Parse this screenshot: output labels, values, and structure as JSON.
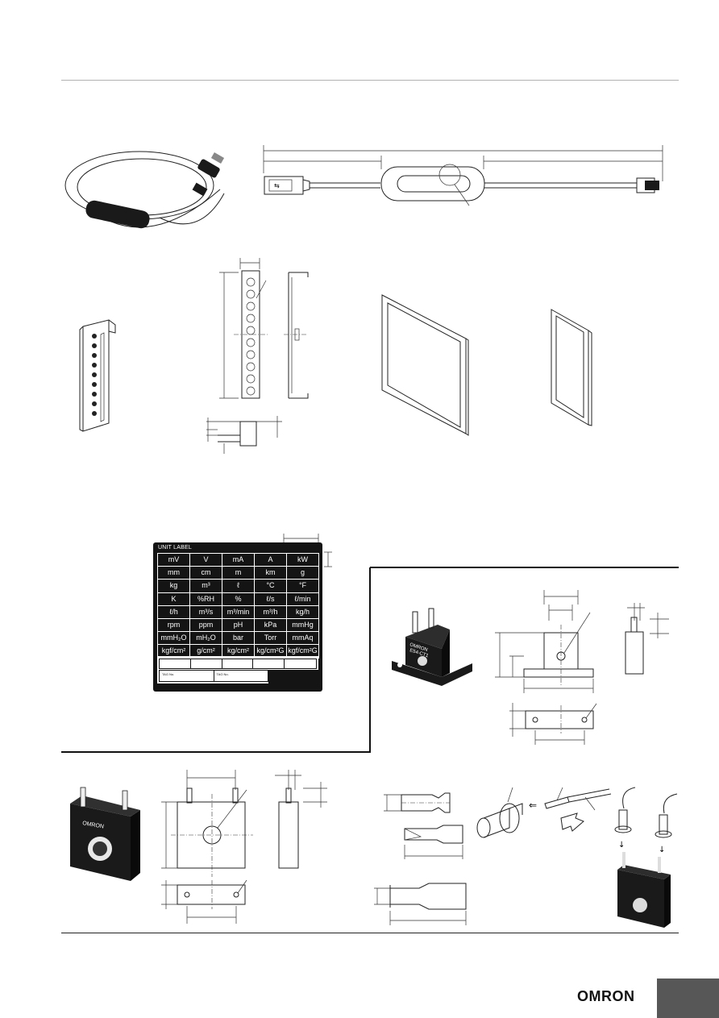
{
  "unit_label": {
    "title": "UNIT LABEL",
    "units": [
      [
        "mV",
        "V",
        "mA",
        "A",
        "kW"
      ],
      [
        "mm",
        "cm",
        "m",
        "km",
        "g"
      ],
      [
        "kg",
        "m³",
        "ℓ",
        "°C",
        "°F"
      ],
      [
        "K",
        "%RH",
        "%",
        "ℓ/s",
        "ℓ/min"
      ],
      [
        "ℓ/h",
        "m³/s",
        "m³/min",
        "m³/h",
        "kg/h"
      ],
      [
        "rpm",
        "ppm",
        "pH",
        "kPa",
        "mmHg"
      ],
      [
        "mmH₂O",
        "mH₂O",
        "bar",
        "Torr",
        "mmAq"
      ],
      [
        "kgf/cm²",
        "g/cm²",
        "kg/cm²",
        "kg/cm²G",
        "kgf/cm²G"
      ]
    ],
    "tag_labels": [
      "TAG No.",
      "TAG No."
    ]
  },
  "product_marking": {
    "brand": "OMRON",
    "model": "E54-CT1"
  },
  "footer": {
    "brand": "OMRON"
  },
  "colors": {
    "header_rule": "#5ed3df",
    "tab": "#575757"
  }
}
